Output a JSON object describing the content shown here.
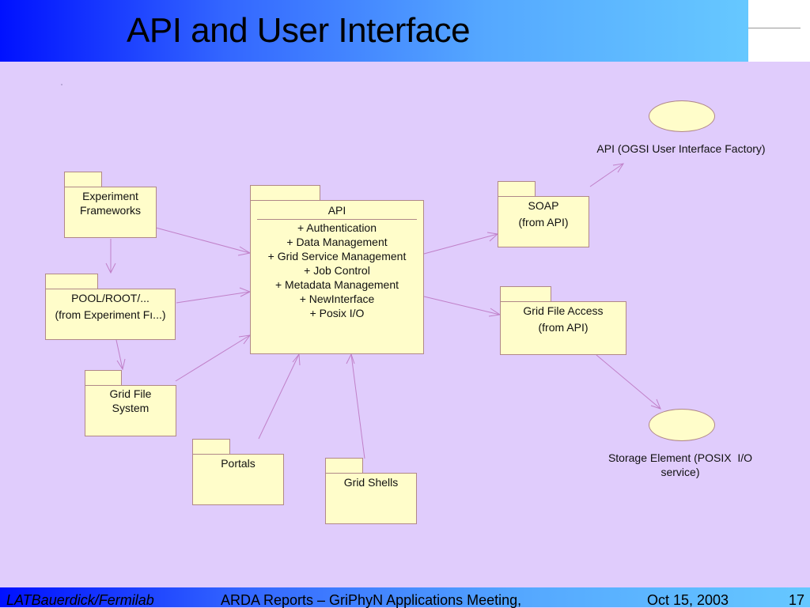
{
  "slide": {
    "title": "API and User Interface",
    "footer": {
      "author": "LATBauerdick/Fermilab",
      "meeting": "ARDA Reports – GriPhyN Applications Meeting,",
      "date": "Oct 15, 2003",
      "page": "17"
    }
  },
  "diagram": {
    "colors": {
      "background": "#e0ccfc",
      "package_fill": "#fffdca",
      "package_border": "#b08888",
      "arrow": "#c080c8"
    },
    "packages": {
      "experiment_frameworks": {
        "lines": [
          "Experiment",
          "Frameworks"
        ]
      },
      "pool_root": {
        "lines": [
          "POOL/ROOT/...",
          "(from Experiment Fı...)"
        ]
      },
      "grid_file_system": {
        "lines": [
          "Grid File",
          "System"
        ]
      },
      "portals": {
        "lines": [
          "Portals"
        ]
      },
      "grid_shells": {
        "lines": [
          "Grid Shells"
        ]
      },
      "api": {
        "name": "API",
        "operations": [
          "+ Authentication",
          "+ Data Management",
          "+ Grid Service Management",
          "+ Job Control",
          "+ Metadata Management",
          "+ NewInterface",
          "+ Posix I/O"
        ]
      },
      "soap": {
        "lines": [
          "SOAP",
          "(from API)"
        ]
      },
      "grid_file_access": {
        "lines": [
          "Grid File Access",
          "(from API)"
        ]
      }
    },
    "interfaces": {
      "ogsi_factory": {
        "label": "API (OGSI User Interface Factory)"
      },
      "storage_element": {
        "lines": [
          "Storage Element (POSIX  I/O",
          "service)"
        ]
      }
    },
    "dependencies": [
      {
        "from": "Experiment Frameworks",
        "to": "API"
      },
      {
        "from": "Experiment Frameworks",
        "to": "POOL/ROOT/..."
      },
      {
        "from": "POOL/ROOT/...",
        "to": "API"
      },
      {
        "from": "POOL/ROOT/...",
        "to": "Grid File System"
      },
      {
        "from": "Grid File System",
        "to": "API"
      },
      {
        "from": "Portals",
        "to": "API"
      },
      {
        "from": "Grid Shells",
        "to": "API"
      },
      {
        "from": "API",
        "to": "SOAP"
      },
      {
        "from": "API",
        "to": "Grid File Access"
      },
      {
        "from": "SOAP",
        "to": "API (OGSI User Interface Factory)"
      },
      {
        "from": "Grid File Access",
        "to": "Storage Element (POSIX I/O service)"
      }
    ]
  }
}
